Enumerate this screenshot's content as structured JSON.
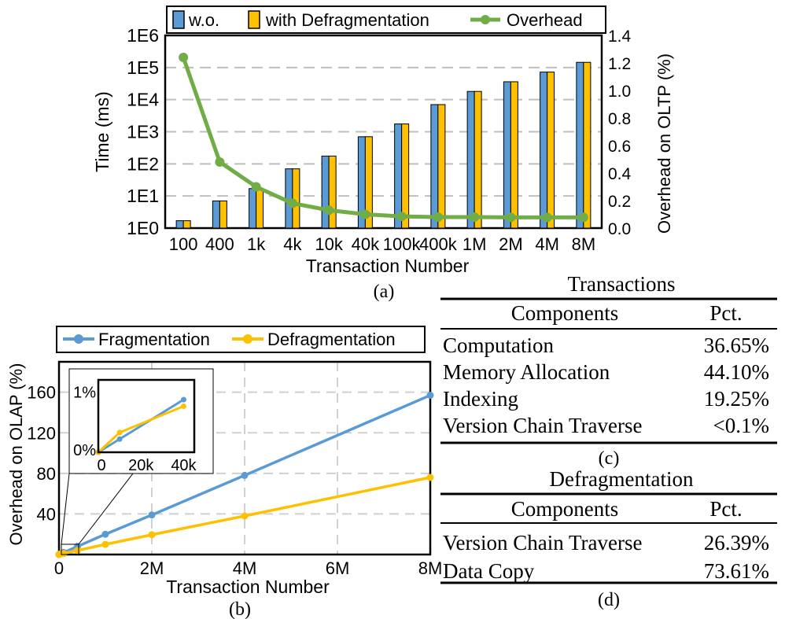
{
  "panel_a": {
    "caption": "(a)",
    "legend": {
      "wo": "w.o.",
      "with": "with Defragmentation",
      "overhead": "Overhead"
    },
    "y_left_label": "Time (ms)",
    "y_right_label": "Overhead on OLTP (%)",
    "x_label": "Transaction Number",
    "y_left_ticks": [
      "1E0",
      "1E1",
      "1E2",
      "1E3",
      "1E4",
      "1E5",
      "1E6"
    ],
    "y_right_ticks": [
      "0.0",
      "0.2",
      "0.4",
      "0.6",
      "0.8",
      "1.0",
      "1.2",
      "1.4"
    ],
    "colors": {
      "wo": "#5b9bd5",
      "with": "#ffc000",
      "overhead": "#70ad47"
    }
  },
  "panel_b": {
    "caption": "(b)",
    "legend": {
      "frag": "Fragmentation",
      "defrag": "Defragmentation"
    },
    "y_label": "Overhead on OLAP (%)",
    "x_label": "Transaction Number",
    "x_ticks": [
      "0",
      "2M",
      "4M",
      "6M",
      "8M"
    ],
    "y_ticks": [
      "40",
      "80",
      "120",
      "160"
    ],
    "inset": {
      "y_ticks": [
        "0%",
        "1%"
      ],
      "x_ticks": [
        "0",
        "20k",
        "40k"
      ]
    },
    "colors": {
      "frag": "#5b9bd5",
      "defrag": "#ffc000"
    }
  },
  "table_c": {
    "title": "Transactions",
    "header": [
      "Components",
      "Pct."
    ],
    "rows": [
      [
        "Computation",
        "36.65%"
      ],
      [
        "Memory Allocation",
        "44.10%"
      ],
      [
        "Indexing",
        "19.25%"
      ],
      [
        "Version Chain Traverse",
        "<0.1%"
      ]
    ],
    "caption": "(c)"
  },
  "table_d": {
    "title": "Defragmentation",
    "header": [
      "Components",
      "Pct."
    ],
    "rows": [
      [
        "Version Chain Traverse",
        "26.39%"
      ],
      [
        "Data Copy",
        "73.61%"
      ]
    ],
    "caption": "(d)"
  },
  "chart_data": [
    {
      "type": "bar",
      "categories": [
        "100",
        "400",
        "1k",
        "4k",
        "10k",
        "40k",
        "100k",
        "400k",
        "1M",
        "2M",
        "4M",
        "8M"
      ],
      "series": [
        {
          "name": "w.o.",
          "values": [
            1.7,
            7,
            17,
            70,
            175,
            700,
            1750,
            7000,
            18000,
            36000,
            72000,
            145000
          ]
        },
        {
          "name": "with Defragmentation",
          "values": [
            1.7,
            7,
            17,
            70,
            175,
            700,
            1750,
            7000,
            18000,
            36000,
            72000,
            145000
          ]
        },
        {
          "name": "Overhead",
          "values": [
            1.24,
            0.48,
            0.3,
            0.18,
            0.13,
            0.1,
            0.085,
            0.08,
            0.08,
            0.078,
            0.078,
            0.078
          ]
        }
      ],
      "xlabel": "Transaction Number",
      "ylabel": "Time (ms)",
      "ylabel_right": "Overhead on OLTP (%)",
      "ylim": [
        1,
        1000000
      ],
      "y_scale": "log",
      "ylim_right": [
        0,
        1.4
      ],
      "legend": "top"
    },
    {
      "type": "line",
      "series": [
        {
          "name": "Fragmentation",
          "x": [
            0,
            10000,
            40000,
            100000,
            400000,
            1000000,
            2000000,
            4000000,
            8000000
          ],
          "values": [
            0,
            0.2,
            0.8,
            2,
            8,
            20,
            39,
            78,
            157
          ]
        },
        {
          "name": "Defragmentation",
          "x": [
            0,
            10000,
            40000,
            100000,
            400000,
            1000000,
            2000000,
            4000000,
            8000000
          ],
          "values": [
            0,
            0.3,
            0.7,
            1,
            4,
            10,
            19.5,
            38,
            76
          ]
        }
      ],
      "xlabel": "Transaction Number",
      "ylabel": "Overhead on OLAP (%)",
      "xlim": [
        0,
        8000000
      ],
      "ylim": [
        0,
        190
      ],
      "grid": true,
      "legend": "top"
    }
  ]
}
